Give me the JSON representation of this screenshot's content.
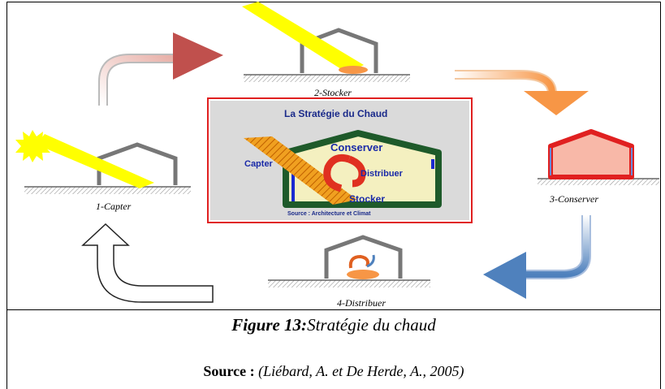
{
  "diagram": {
    "steps": [
      "1-Capter",
      "2-Stocker",
      "3-Conserver",
      "4-Distribuer"
    ],
    "inset": {
      "title": "La Stratégie du Chaud",
      "words": [
        "Conserver",
        "Capter",
        "Distribuer",
        "Stocker"
      ],
      "source": "Source : Architecture et Climat"
    }
  },
  "caption": {
    "figure_label": "Figure 13:",
    "figure_text": "Stratégie du chaud",
    "source_label": "Source :",
    "source_text": "(Liébard, A. et De Herde, A., 2005)"
  },
  "colors": {
    "sun": "#ffff00",
    "arrow_red": "#c0504d",
    "arrow_orange": "#f79646",
    "arrow_blue": "#4f81bd",
    "inset_border": "#e02020"
  }
}
